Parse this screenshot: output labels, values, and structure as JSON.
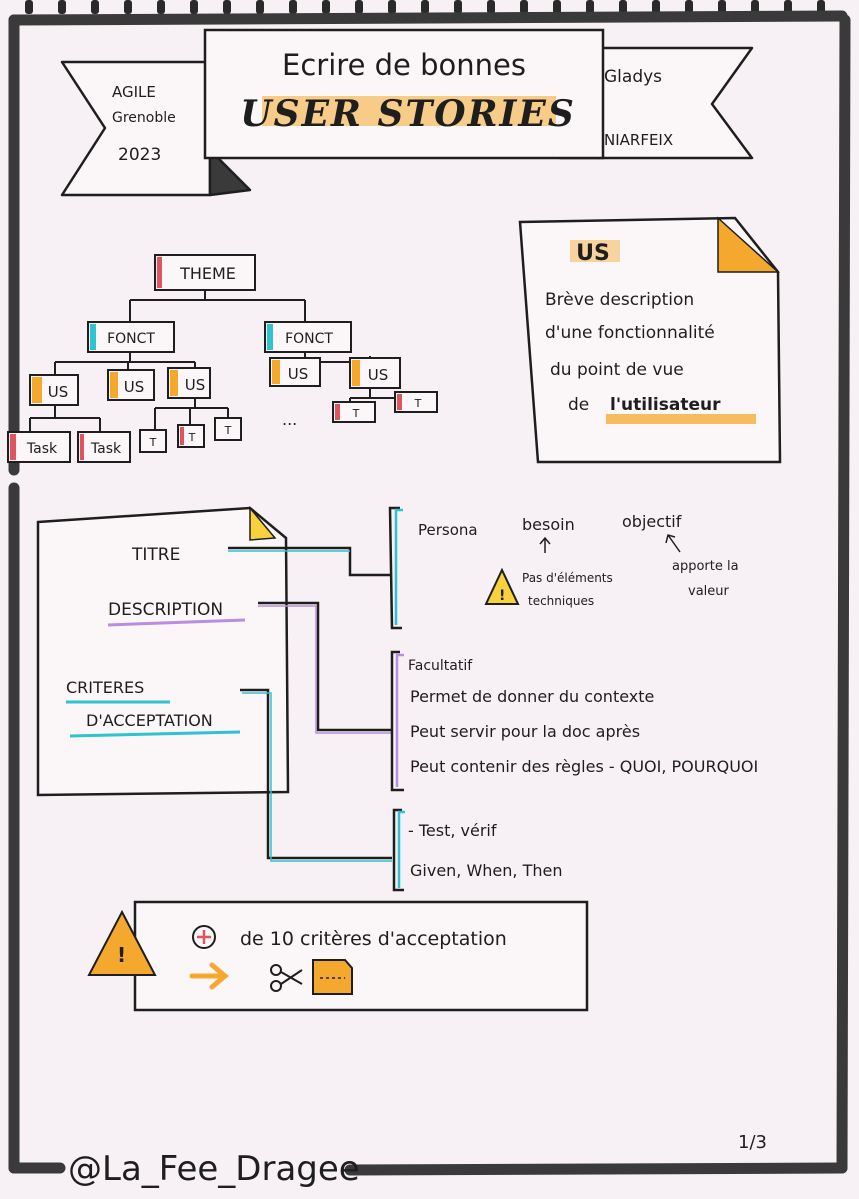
{
  "banner": {
    "subtitle": "Ecrire de bonnes",
    "title": "USER STORIES",
    "left_flag": [
      "AGILE",
      "Grenoble",
      "2023"
    ],
    "right_flag": [
      "Gladys",
      "NIARFEIX"
    ]
  },
  "hierarchy": {
    "theme": "THEME",
    "fonct": "FONCT",
    "us": "US",
    "task": "Task",
    "t": "T",
    "ellipsis": "..."
  },
  "us_card": {
    "title": "US",
    "lines": [
      "Brève description",
      "d'une fonctionnalité",
      "du point de vue"
    ],
    "last_prefix": "de",
    "last_highlight": "l'utilisateur"
  },
  "story_card": {
    "titre": "TITRE",
    "description": "DESCRIPTION",
    "criteres_1": "CRITERES",
    "criteres_2": "D'ACCEPTATION"
  },
  "titre_branch": {
    "persona": "Persona",
    "besoin": "besoin",
    "objectif": "objectif",
    "note_warn": [
      "Pas d'éléments",
      "techniques"
    ],
    "note_value": [
      "apporte la",
      "valeur"
    ]
  },
  "description_branch": [
    "Facultatif",
    "Permet de donner du contexte",
    "Peut servir pour la doc après",
    "Peut contenir des règles - QUOI, POURQUOI"
  ],
  "criteres_branch": [
    "- Test, vérif",
    "Given, When, Then"
  ],
  "warning_box": {
    "line1": "de 10 critères d'acceptation"
  },
  "footer": {
    "handle": "@La_Fee_Dragee",
    "page": "1/3"
  },
  "colors": {
    "orange": "#f4a92e",
    "cyan": "#2fc2cf",
    "purple": "#b98ee0",
    "red": "#e0555d",
    "ink": "#1e1e1e"
  }
}
